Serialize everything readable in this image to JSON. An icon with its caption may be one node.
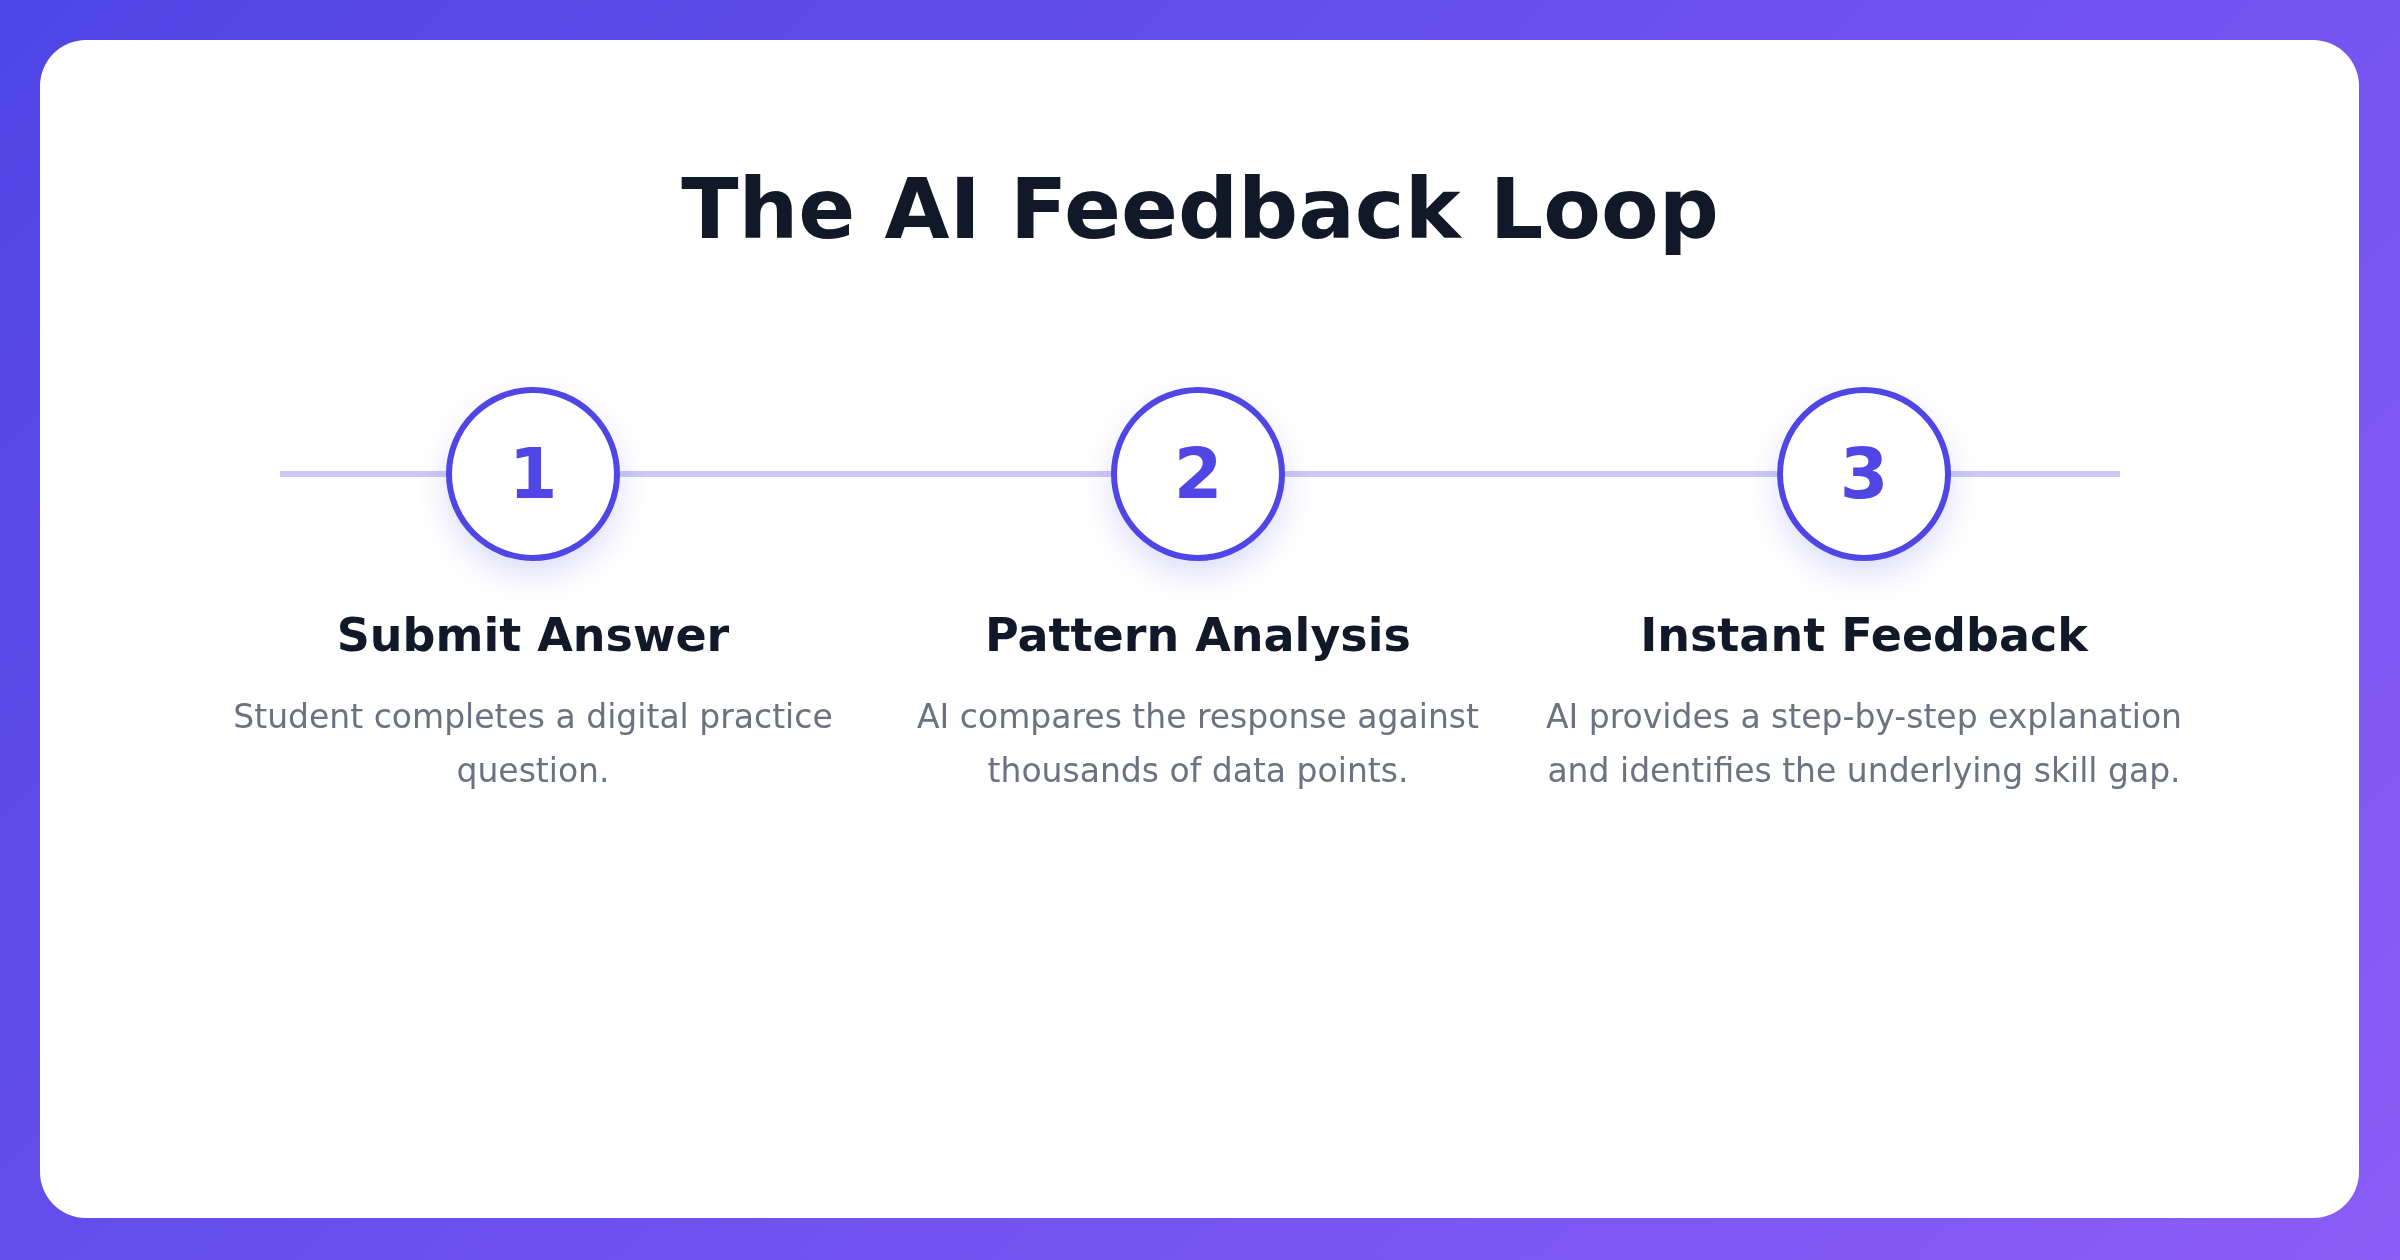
{
  "diagram": {
    "title": "The AI Feedback Loop",
    "nodes": [
      {
        "text": [
          "1"
        ],
        "beside": [
          "Submit Answer",
          "Student completes a digital practice question."
        ]
      },
      {
        "text": [
          "2"
        ],
        "beside": [
          "Pattern Analysis",
          "AI compares the response against thousands of data points."
        ]
      },
      {
        "text": [
          "3"
        ],
        "beside": [
          "Instant Feedback",
          "AI provides a step-by-step explanation and identifies the underlying skill gap."
        ]
      }
    ],
    "edges": [
      {
        "from": null,
        "to": 0,
        "arrow": "none"
      },
      {
        "from": 0,
        "to": 1,
        "arrow": "none"
      },
      {
        "from": 1,
        "to": 2,
        "arrow": "none"
      },
      {
        "from": 2,
        "to": null,
        "arrow": "none"
      }
    ]
  }
}
